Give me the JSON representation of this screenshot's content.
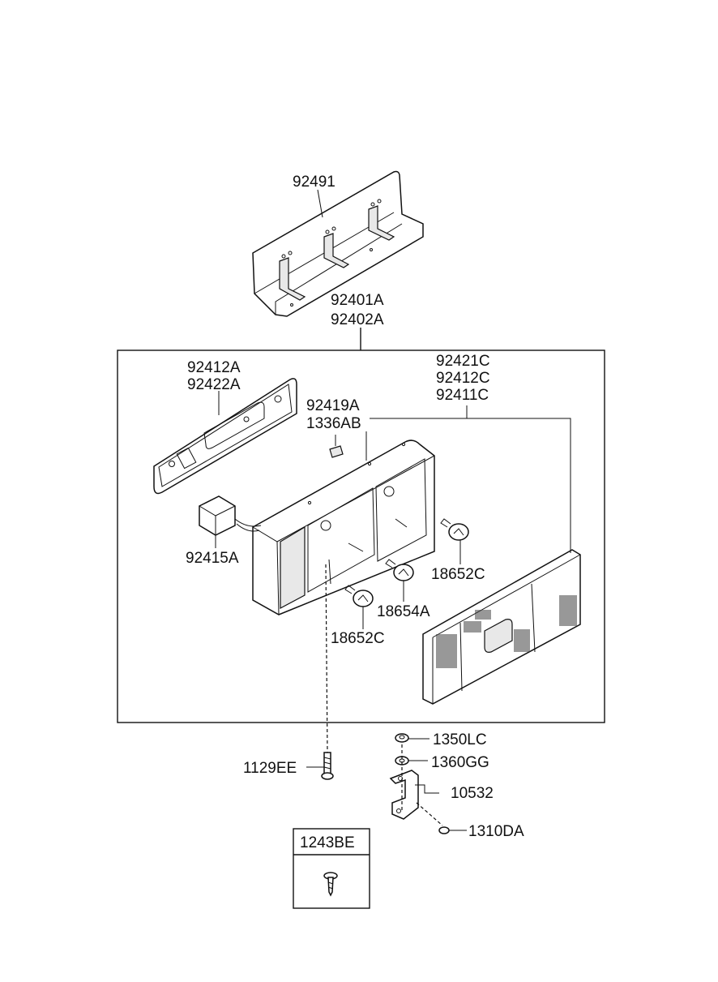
{
  "callouts": {
    "bracket_top": "92491",
    "lamp_assy_1": "92401A",
    "lamp_assy_2": "92402A",
    "gasket_1": "92412A",
    "gasket_2": "92422A",
    "lens_1": "92421C",
    "lens_2": "92412C",
    "lens_3": "92411C",
    "clip": "92419A",
    "screw_nut": "1336AB",
    "socket": "92415A",
    "bulb_right": "18652C",
    "bulb_mid": "18654A",
    "bulb_left": "18652C",
    "bolt": "1129EE",
    "nut": "1350LC",
    "washer": "1360GG",
    "bracket_small": "10532",
    "nut_small": "1310DA",
    "inset_box": "1243BE"
  }
}
